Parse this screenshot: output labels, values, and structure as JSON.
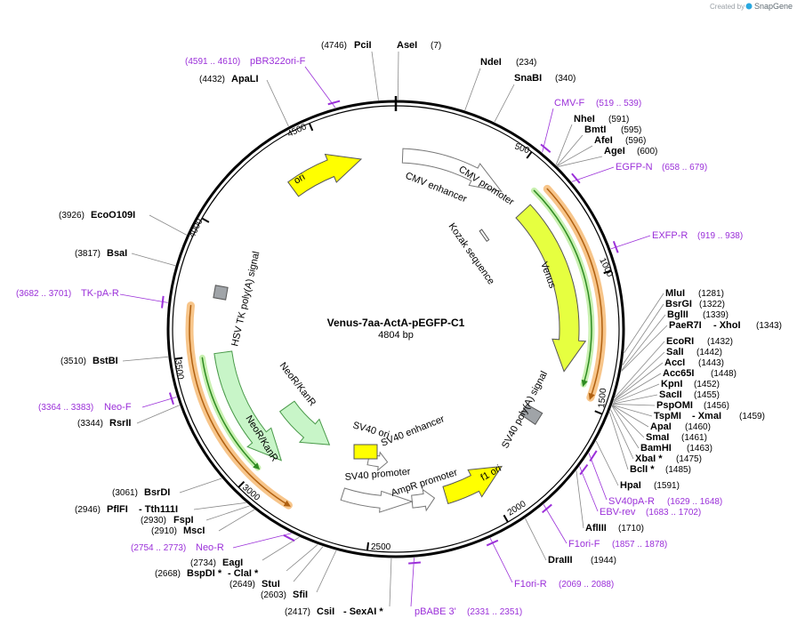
{
  "credit": {
    "text": "Created by",
    "brand": "SnapGene"
  },
  "plasmid": {
    "name": "Venus-7aa-ActA-pEGFP-C1",
    "length": "4804 bp"
  },
  "ticks": [
    "500",
    "1000",
    "1500",
    "2000",
    "2500",
    "3000",
    "3500",
    "4000",
    "4500"
  ],
  "features": [
    {
      "name": "CMV enhancer"
    },
    {
      "name": "CMV promoter"
    },
    {
      "name": "Kozak sequence"
    },
    {
      "name": "Venus"
    },
    {
      "name": "SV40 poly(A) signal"
    },
    {
      "name": "f1 ori"
    },
    {
      "name": "AmpR promoter"
    },
    {
      "name": "SV40 promoter"
    },
    {
      "name": "SV40 enhancer"
    },
    {
      "name": "SV40 ori"
    },
    {
      "name": "NeoR/KanR"
    },
    {
      "name": "NeoR/KanR"
    },
    {
      "name": "HSV TK poly(A) signal"
    },
    {
      "name": "ori"
    }
  ],
  "enzymes": [
    {
      "name": "PciI",
      "pos": "(4746)"
    },
    {
      "name": "AseI",
      "pos": "(7)"
    },
    {
      "name": "NdeI",
      "pos": "(234)"
    },
    {
      "name": "SnaBI",
      "pos": "(340)"
    },
    {
      "name": "NheI",
      "pos": "(591)"
    },
    {
      "name": "BmtI",
      "pos": "(595)"
    },
    {
      "name": "AfeI",
      "pos": "(596)"
    },
    {
      "name": "AgeI",
      "pos": "(600)"
    },
    {
      "name": "MluI",
      "pos": "(1281)"
    },
    {
      "name": "BsrGI",
      "pos": "(1322)"
    },
    {
      "name": "BglII",
      "pos": "(1339)"
    },
    {
      "name": "PaeR7I",
      "extra": "- XhoI",
      "pos": "(1343)"
    },
    {
      "name": "EcoRI",
      "pos": "(1432)"
    },
    {
      "name": "SalI",
      "pos": "(1442)"
    },
    {
      "name": "AccI",
      "pos": "(1443)"
    },
    {
      "name": "Acc65I",
      "pos": "(1448)"
    },
    {
      "name": "KpnI",
      "pos": "(1452)"
    },
    {
      "name": "SacII",
      "pos": "(1455)"
    },
    {
      "name": "PspOMI",
      "pos": "(1456)"
    },
    {
      "name": "TspMI",
      "extra": "- XmaI",
      "pos": "(1459)"
    },
    {
      "name": "ApaI",
      "pos": "(1460)"
    },
    {
      "name": "SmaI",
      "pos": "(1461)"
    },
    {
      "name": "BamHI",
      "pos": "(1463)"
    },
    {
      "name": "XbaI *",
      "pos": "(1475)"
    },
    {
      "name": "BclI *",
      "pos": "(1485)"
    },
    {
      "name": "HpaI",
      "pos": "(1591)"
    },
    {
      "name": "AflIII",
      "pos": "(1710)"
    },
    {
      "name": "DraIII",
      "pos": "(1944)"
    },
    {
      "name": "CsiI",
      "extra": "- SexAI *",
      "pos": "(2417)"
    },
    {
      "name": "SfiI",
      "pos": "(2603)"
    },
    {
      "name": "StuI",
      "pos": "(2649)"
    },
    {
      "name": "BspDI *",
      "extra": "- ClaI *",
      "pos": "(2668)"
    },
    {
      "name": "EagI",
      "pos": "(2734)"
    },
    {
      "name": "MscI",
      "pos": "(2910)"
    },
    {
      "name": "FspI",
      "pos": "(2930)"
    },
    {
      "name": "PflFI",
      "extra": "- Tth111I",
      "pos": "(2946)"
    },
    {
      "name": "BsrDI",
      "pos": "(3061)"
    },
    {
      "name": "RsrII",
      "pos": "(3344)"
    },
    {
      "name": "BstBI",
      "pos": "(3510)"
    },
    {
      "name": "BsaI",
      "pos": "(3817)"
    },
    {
      "name": "EcoO109I",
      "pos": "(3926)"
    },
    {
      "name": "ApaLI",
      "pos": "(4432)"
    }
  ],
  "primers": [
    {
      "name": "pBR322ori-F",
      "range": "(4591 .. 4610)"
    },
    {
      "name": "CMV-F",
      "range": "(519 .. 539)"
    },
    {
      "name": "EGFP-N",
      "range": "(658 .. 679)"
    },
    {
      "name": "EXFP-R",
      "range": "(919 .. 938)"
    },
    {
      "name": "SV40pA-R",
      "range": "(1629 .. 1648)"
    },
    {
      "name": "EBV-rev",
      "range": "(1683 .. 1702)"
    },
    {
      "name": "F1ori-F",
      "range": "(1857 .. 1878)"
    },
    {
      "name": "F1ori-R",
      "range": "(2069 .. 2088)"
    },
    {
      "name": "pBABE 3'",
      "range": "(2331 .. 2351)"
    },
    {
      "name": "Neo-R",
      "range": "(2754 .. 2773)"
    },
    {
      "name": "Neo-F",
      "range": "(3364 .. 3383)"
    },
    {
      "name": "TK-pA-R",
      "range": "(3682 .. 3701)"
    }
  ],
  "colors": {
    "ring": "#000000",
    "primer": "#9b30d9",
    "ori": "#ffff00",
    "venus": "#e6ff40",
    "neo": "#c8f5c8",
    "orange": "#f0a030",
    "green": "#2e8b22",
    "gray": "#a0a4a8"
  }
}
